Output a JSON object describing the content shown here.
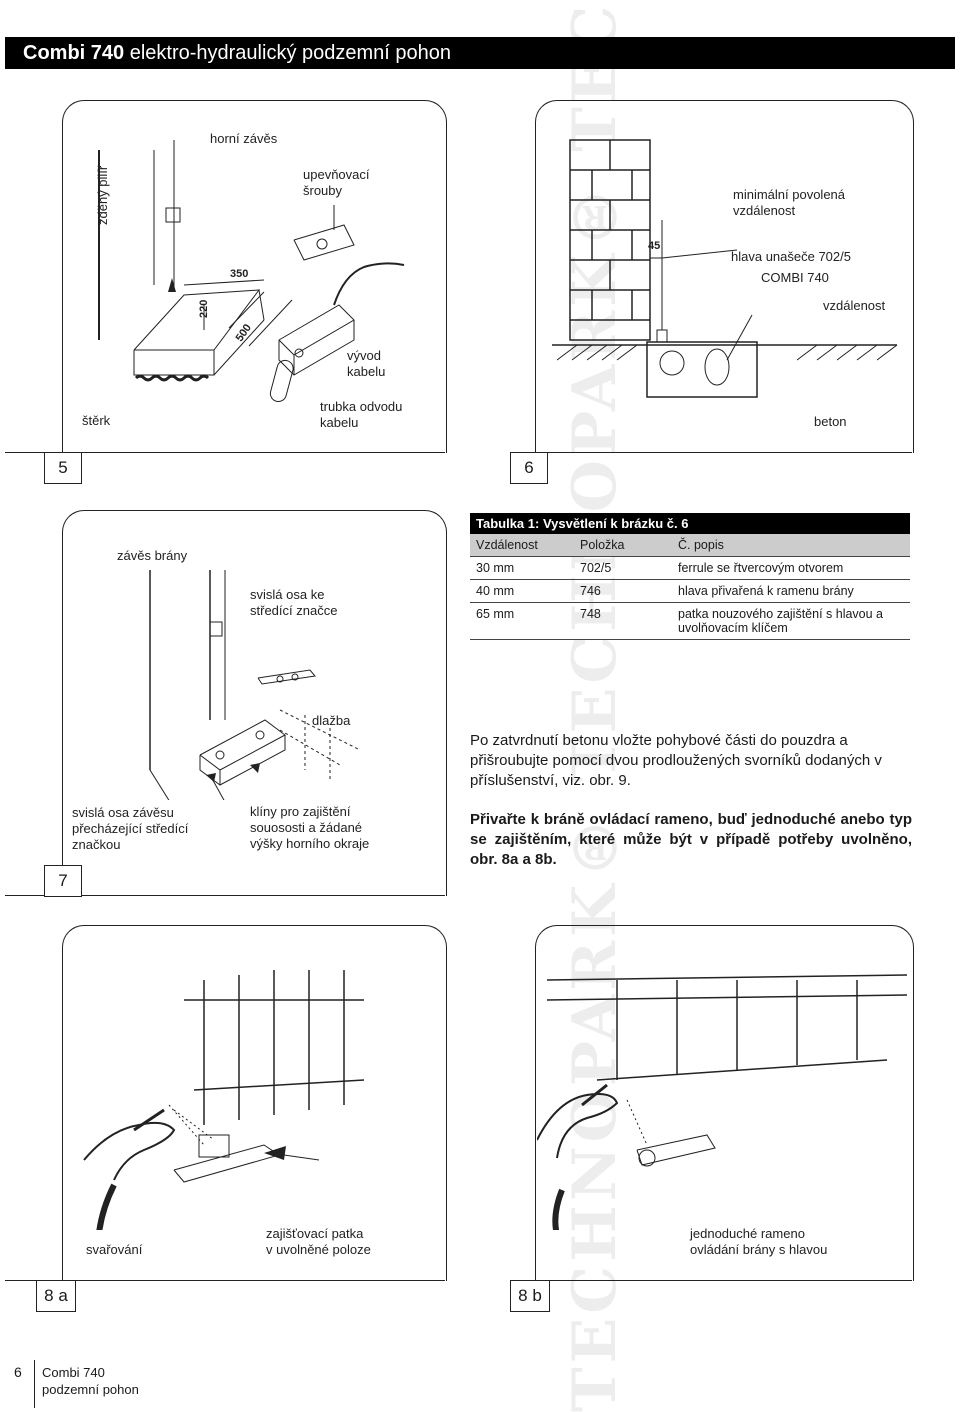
{
  "header": {
    "bold": "Combi 740",
    "rest": " elektro-hydraulický podzemní pohon"
  },
  "watermark": "TECHNOPARK® TECHNOPARK® TECHNOPARK® TECHNOPARK®",
  "fig5": {
    "number": "5",
    "labels": {
      "horni_zaves": "horní závěs",
      "upevnovaci_srouby": "upevňovací\nšrouby",
      "zdeny_pilir": "zděný pilíř",
      "vyvod_kabelu": "vývod\nkabelu",
      "sterk": "štěrk",
      "trubka": "trubka odvodu\nkabelu",
      "dim_350": "350",
      "dim_220": "220",
      "dim_500": "500"
    }
  },
  "fig6": {
    "number": "6",
    "labels": {
      "min_vzdalenost": "minimální povolená\nvzdálenost",
      "hlava": "hlava unašeče 702/5",
      "combi": "COMBI 740",
      "vzdalenost": "vzdálenost",
      "beton": "beton",
      "dim_45": "45"
    }
  },
  "table": {
    "caption": "Tabulka 1: Vysvětlení k brázku č. 6",
    "headers": [
      "Vzdálenost",
      "Položka",
      "Č. popis"
    ],
    "rows": [
      [
        "30 mm",
        "702/5",
        "ferrule se řtvercovým otvorem"
      ],
      [
        "40 mm",
        "746",
        "hlava přivařená k ramenu brány"
      ],
      [
        "65 mm",
        "748",
        "patka nouzového zajištění s hlavou a uvolňovacím klíčem"
      ]
    ]
  },
  "fig7": {
    "number": "7",
    "labels": {
      "zaves_brany": "závěs brány",
      "svisla_osa": "svislá osa ke\nstředící značce",
      "dlazba": "dlažba",
      "svisla_osa_zavesu": "svislá osa závěsu\npřecházející středící\nznačkou",
      "kliny": "klíny pro zajištění\nsouososti a žádané\nvýšky horního okraje"
    }
  },
  "paragraphs": {
    "p1": "Po zatvrdnutí betonu vložte pohybové části do pouzdra a přišroubujte pomocí dvou prodloužených svorníků dodaných v příslušenství, viz. obr. 9.",
    "p2": "Přivařte k bráně ovládací rameno, buď jednoduché anebo typ se zajištěním, které může být v případě potřeby uvolněno, obr. 8a a 8b."
  },
  "fig8a": {
    "number": "8 a",
    "labels": {
      "svarovani": "svařování",
      "zajistovaci": "zajišťovací patka\nv uvolněné poloze"
    }
  },
  "fig8b": {
    "number": "8 b",
    "labels": {
      "jednoduche": "jednoduché rameno\novládání brány s hlavou"
    }
  },
  "footer": {
    "page": "6",
    "line1": "Combi 740",
    "line2": "podzemní pohon"
  }
}
